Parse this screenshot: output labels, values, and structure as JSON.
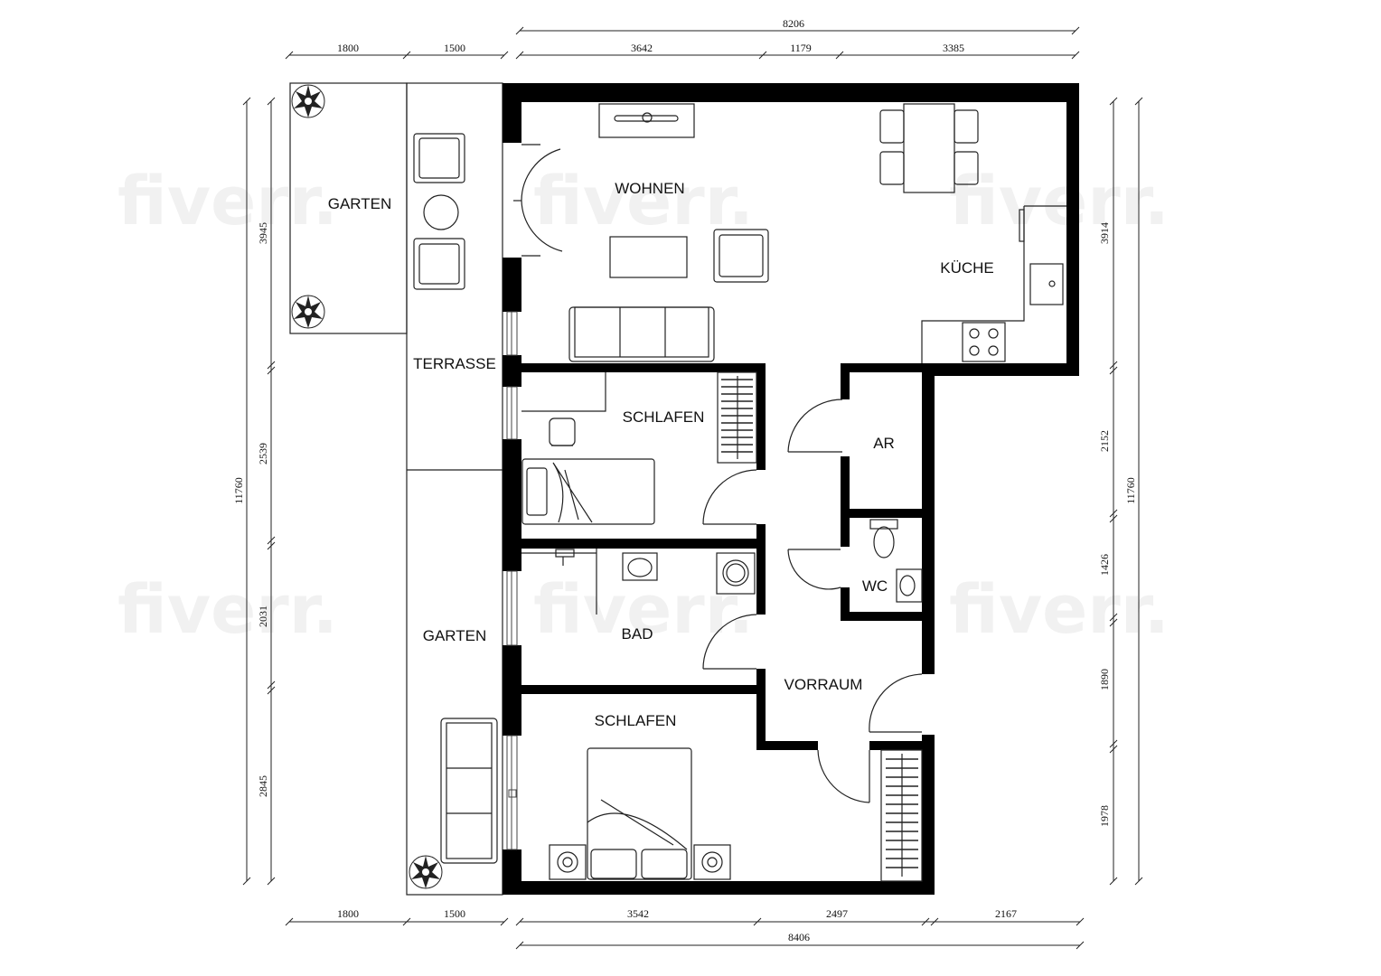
{
  "rooms": {
    "garten_top": "GARTEN",
    "terrasse": "TERRASSE",
    "garten_side": "GARTEN",
    "wohnen": "WOHNEN",
    "kueche": "KÜCHE",
    "schlafen_1": "SCHLAFEN",
    "ar": "AR",
    "wc": "WC",
    "bad": "BAD",
    "vorraum": "VORRAUM",
    "schlafen_2": "SCHLAFEN"
  },
  "dimensions": {
    "top_total": "8206",
    "top_1": "1800",
    "top_2": "1500",
    "top_3": "3642",
    "top_4": "1179",
    "top_5": "3385",
    "bottom_1": "1800",
    "bottom_2": "1500",
    "bottom_3": "3542",
    "bottom_4": "2497",
    "bottom_5": "2167",
    "bottom_total": "8406",
    "left_total": "11760",
    "left_1": "3945",
    "left_2": "2539",
    "left_3": "2031",
    "left_4": "2845",
    "right_total": "11760",
    "right_1": "3914",
    "right_2": "2152",
    "right_3": "1426",
    "right_4": "1890",
    "right_5": "1978"
  },
  "watermarks": [
    "fiverr.",
    "fiverr.",
    "fiverr.",
    "fiverr.",
    "fiverr.",
    "fiverr."
  ]
}
